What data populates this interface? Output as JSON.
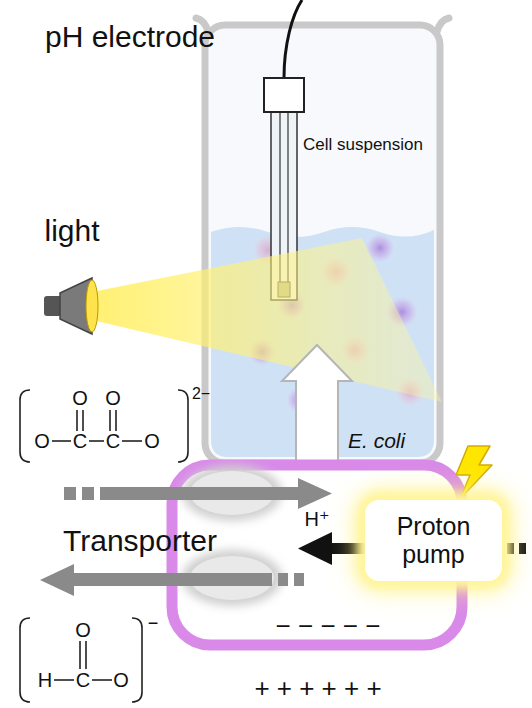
{
  "diagram": {
    "nodes": [
      {
        "text": [
          "Cell suspension"
        ]
      },
      {
        "text": [
          "E. coli"
        ]
      },
      {
        "text": [
          "Proton pump"
        ],
        "in": 1
      }
    ],
    "labels": [
      "pH electrode",
      "light",
      "O",
      "O",
      "2−",
      "O",
      "C",
      "C",
      "O",
      "H⁺",
      "Transporter",
      "O",
      "−",
      "H",
      "C",
      "O",
      "− − − − −",
      "+ + + + + +"
    ]
  }
}
